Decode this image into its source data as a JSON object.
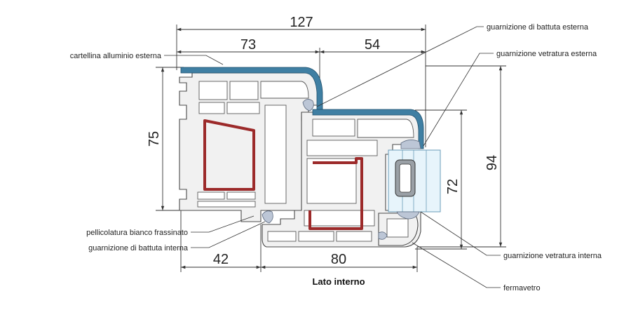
{
  "dimensions": {
    "overall_width": "127",
    "top_left": "73",
    "top_right": "54",
    "bottom_left": "42",
    "bottom_right": "80",
    "left_height": "75",
    "glass_height": "72",
    "right_height": "94"
  },
  "labels": {
    "outer_stop_gasket": "guarnizione di battuta esterna",
    "outer_glazing_gasket": "guarnizione vetratura esterna",
    "aluminium_cover": "cartellina alluminio esterna",
    "white_ash_film": "pellicolatura bianco frassinato",
    "inner_stop_gasket": "guarnizione di battuta interna",
    "inner_glazing_gasket": "guarnizione vetratura interna",
    "glazing_bead": "fermavetro"
  },
  "caption": "Lato interno",
  "colors": {
    "aluminium": "#3f7fa3",
    "reinforcement": "#9c2a2a",
    "pvc": "#f1f1f1",
    "gasket": "#bcc6d6",
    "glass": "#e7f4fb"
  }
}
